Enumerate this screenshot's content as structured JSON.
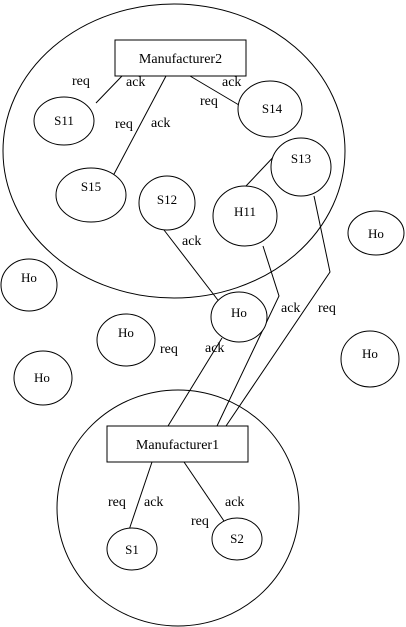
{
  "manufacturers": {
    "m2": "Manufacturer2",
    "m1": "Manufacturer1"
  },
  "nodes": {
    "s11": "S11",
    "s14": "S14",
    "s15": "S15",
    "s12": "S12",
    "h11": "H11",
    "s13": "S13",
    "ho_right_top": "Ho",
    "ho_left_top": "Ho",
    "ho_center": "Ho",
    "ho_left_mid": "Ho",
    "ho_left_low": "Ho",
    "ho_right_mid": "Ho",
    "s1": "S1",
    "s2": "S2"
  },
  "labels": {
    "req_m2_s11": "req",
    "ack_m2_s11": "ack",
    "ack_m2_s14": "ack",
    "req_m2_s14": "req",
    "req_m2_s15": "req",
    "ack_m2_s15": "ack",
    "ack_s12_ho": "ack",
    "ack_h11_m1": "ack",
    "req_s13_m1": "req",
    "req_ho_m1": "req",
    "ack_ho_m1": "ack",
    "req_m1_s1": "req",
    "ack_m1_s1": "ack",
    "ack_m1_s2": "ack",
    "req_m1_s2": "req"
  }
}
